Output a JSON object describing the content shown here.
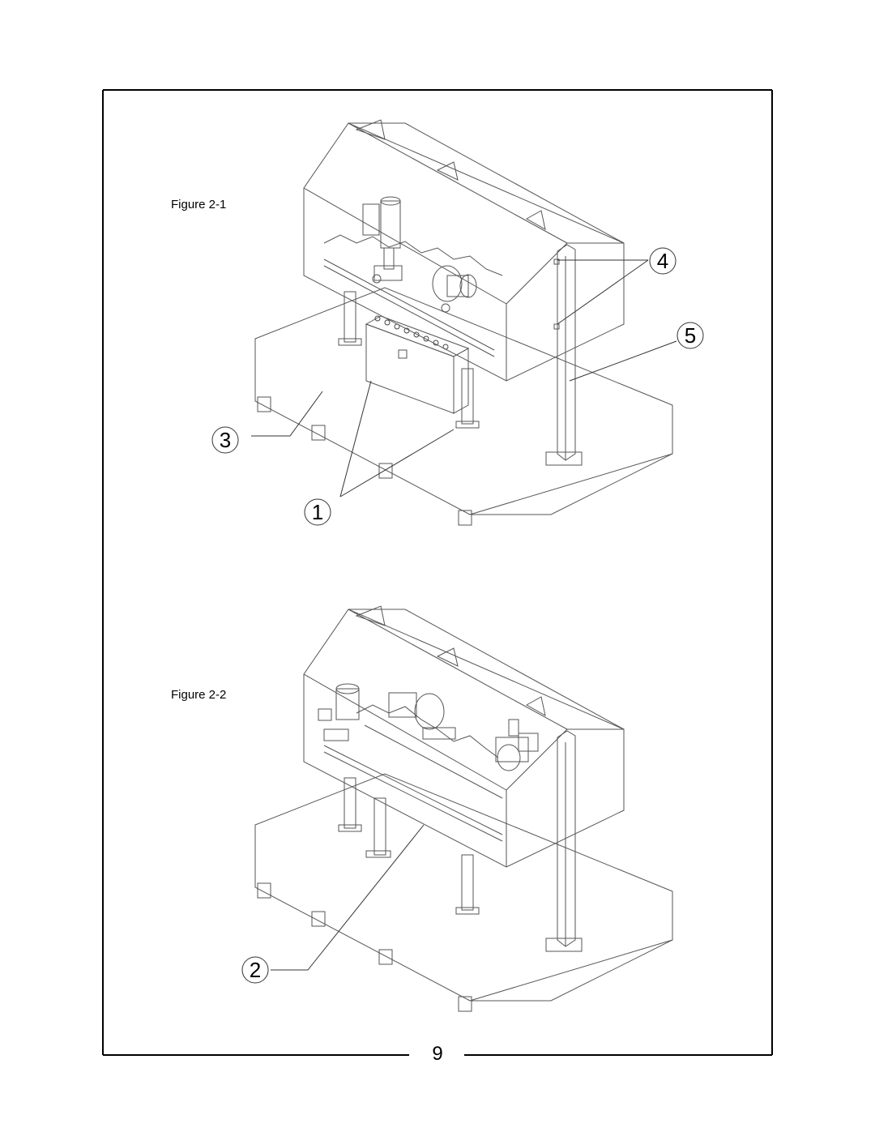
{
  "figures": [
    {
      "caption": "Figure 2-1",
      "callouts": [
        "1",
        "3",
        "4",
        "5"
      ]
    },
    {
      "caption": "Figure 2-2",
      "callouts": [
        "2"
      ]
    }
  ],
  "page_number": "9"
}
